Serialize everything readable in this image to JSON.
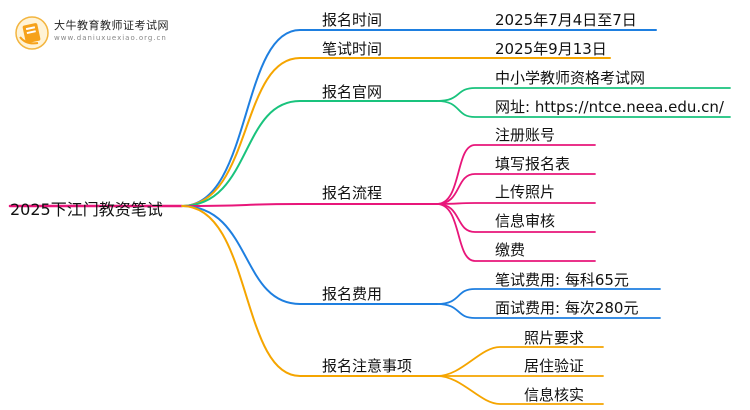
{
  "logo": {
    "title": "大牛教育教师证考试网",
    "url": "www.daniuxuexiao.org.cn"
  },
  "root": "2025下江门教资笔试",
  "colors": {
    "blue": "#1e7fe0",
    "orange": "#f5a500",
    "green": "#19c37d",
    "magenta": "#e8167a",
    "root_line": "#e8167a"
  },
  "branches": [
    {
      "label": "报名时间",
      "color": "blue",
      "leaves": [
        "2025年7月4日至7日"
      ]
    },
    {
      "label": "笔试时间",
      "color": "orange",
      "leaves": [
        "2025年9月13日"
      ]
    },
    {
      "label": "报名官网",
      "color": "green",
      "leaves": [
        "中小学教师资格考试网",
        "网址: https://ntce.neea.edu.cn/"
      ]
    },
    {
      "label": "报名流程",
      "color": "magenta",
      "leaves": [
        "注册账号",
        "填写报名表",
        "上传照片",
        "信息审核",
        "缴费"
      ]
    },
    {
      "label": "报名费用",
      "color": "blue",
      "leaves": [
        "笔试费用: 每科65元",
        "面试费用: 每次280元"
      ]
    },
    {
      "label": "报名注意事项",
      "color": "orange",
      "leaves": [
        "照片要求",
        "居住验证",
        "信息核实"
      ]
    }
  ]
}
